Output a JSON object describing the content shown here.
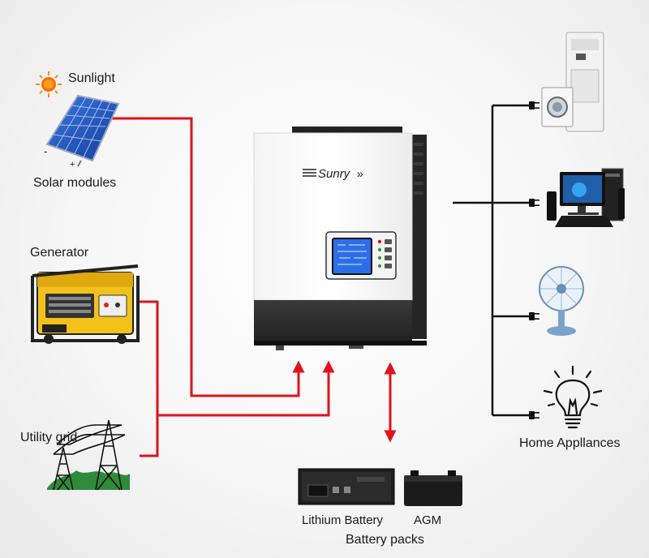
{
  "diagram": {
    "sources": {
      "sun": {
        "label": "Sunlight"
      },
      "solar": {
        "label": "Solar modules",
        "neg_sign": "-",
        "pos_sign": "+"
      },
      "generator": {
        "label": "Generator"
      },
      "grid": {
        "label": "Utility grid"
      }
    },
    "inverter": {
      "brand": "Sunry"
    },
    "batteries": {
      "lithium": {
        "label": "Lithium Battery"
      },
      "agm": {
        "label": "AGM"
      },
      "group_label": "Battery packs"
    },
    "loads": {
      "group_label": "Home Appllances",
      "items": [
        "air-conditioner-and-washer",
        "desktop-computer",
        "fan",
        "light-bulb"
      ]
    },
    "colors": {
      "power_line": "#e0121b",
      "load_line": "#111111",
      "inverter_body": "#ffffff",
      "inverter_base": "#2f2f2f",
      "lcd": "#2c6ee8",
      "panel_blue": "#1f4fc4",
      "generator_yellow": "#f2c21b",
      "grass": "#2f8a3a"
    }
  }
}
